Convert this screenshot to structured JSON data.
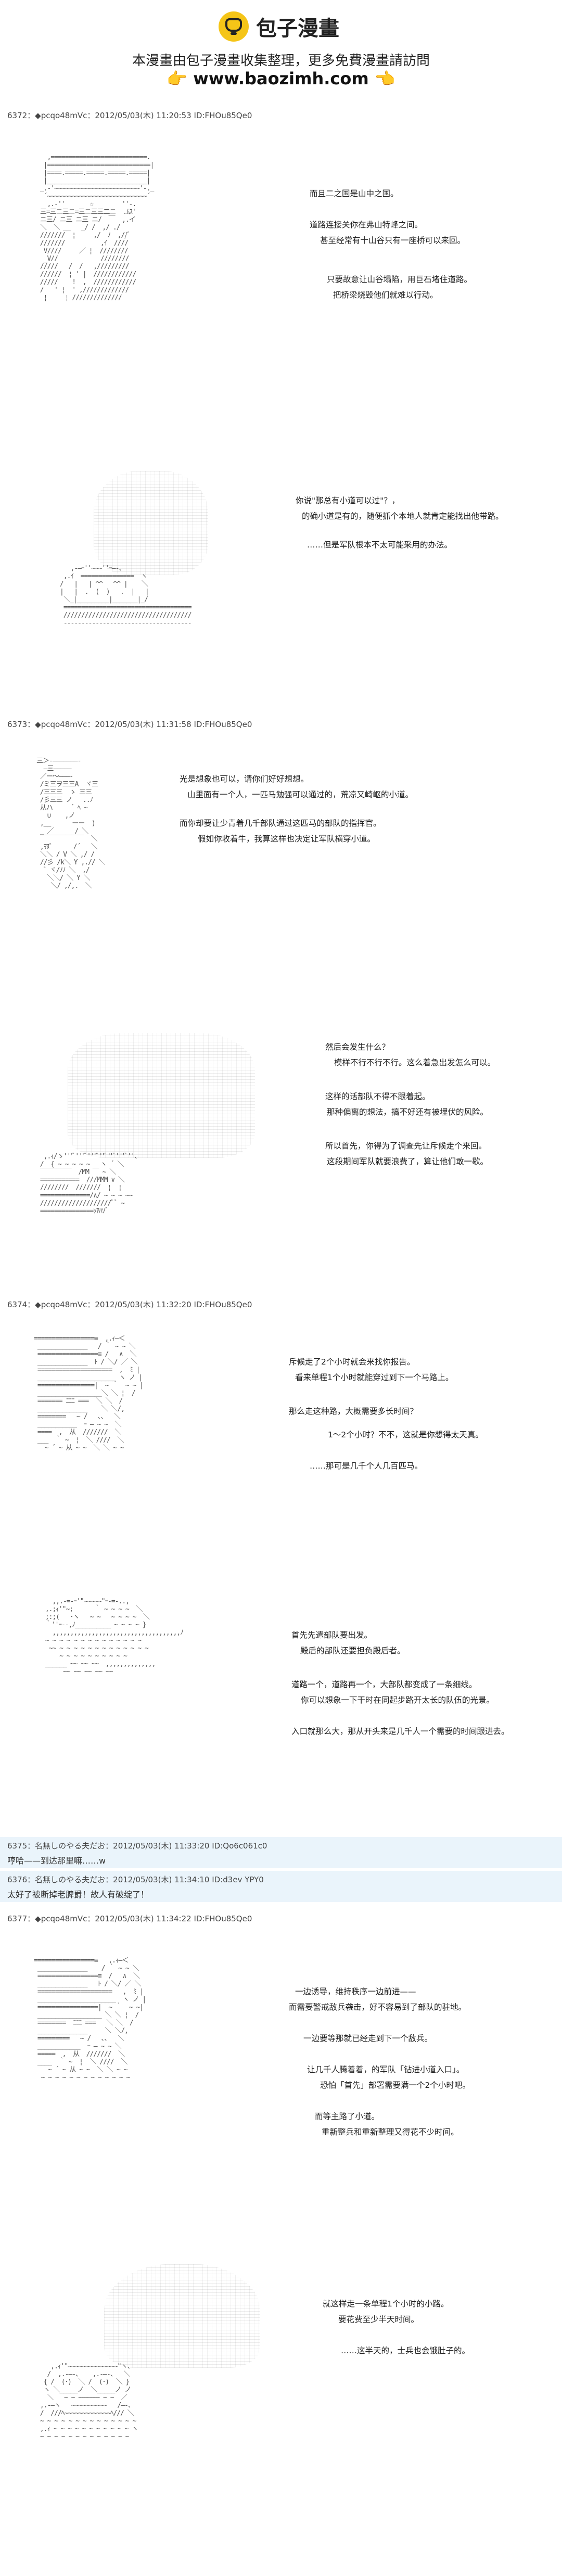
{
  "header": {
    "logo_text": "包子漫畫",
    "tagline": "本漫畫由包子漫畫收集整理，更多免費漫畫請訪問",
    "url": "www.baozimh.com",
    "hand_left": "👉",
    "hand_right": "👈"
  },
  "posts": [
    {
      "header": "6372：◆pcqo48mVc：2012/05/03(木) 11:20:53 ID:FHOu85Qe0",
      "panels": [
        {
          "lines": [
            "而且二之国是山中之国。",
            "道路连接关你在弗山特峰之间。",
            "甚至经常有十山谷只有一座桥可以来回。",
            "只要故意让山谷塌陷，用巨石堵住道路。",
            "把桥梁烧毁他们就难以行动。"
          ]
        },
        {
          "lines": [
            "你说\"那总有小道可以过\"？，",
            "的确小道是有的，随便抓个本地人就肯定能找出他带路。",
            "……但是军队根本不太可能采用的办法。"
          ]
        }
      ]
    },
    {
      "header": "6373：◆pcqo48mVc：2012/05/03(木) 11:31:58 ID:FHOu85Qe0",
      "panels": [
        {
          "lines": [
            "光是想象也可以，请你们好好想想。",
            "山里面有一个人，一匹马勉强可以通过的，荒凉又崎岖的小道。",
            "而你却要让少青着几千部队通过这匹马的部队的指挥官。",
            "假如你收着牛，我算这样也决定让军队横穿小道。"
          ]
        },
        {
          "lines": [
            "然后会发生什么？",
            "模样不行不行不行。这么着急出发怎么可以。",
            "这样的话部队不得不跟着起。",
            "那种偏离的想法，搞不好还有被埋伏的风险。",
            "所以首先，你得为了调查先让斥候走个来回。",
            "这段期间军队就要浪费了，算让他们敢一歇。"
          ]
        }
      ]
    },
    {
      "header": "6374：◆pcqo48mVc：2012/05/03(木) 11:32:20 ID:FHOu85Qe0",
      "panels": [
        {
          "lines": [
            "斥候走了2个小时就会来找你报告。",
            "看来单程1个小时就能穿过到下一个马路上。",
            "那么走这种路，大概需要多长时间？",
            "1～2个小时？不不，这就是你想得太天真。",
            "……那可是几千个人几百匹马。"
          ]
        },
        {
          "lines": [
            "首先先遣部队要出发。",
            "殿后的部队还要担负殿后者。",
            "道路一个，道路再一个，大部队都变成了一条细线。",
            "你可以想象一下干时在同起步路开太长的队伍的光景。",
            "入口就那么大，那从开头来是几千人一个需要的时间跟进去。"
          ]
        }
      ]
    }
  ],
  "replies": [
    {
      "header": "6375：名無しのやる夫だお：2012/05/03(木) 11:33:20 ID:Qo6c061c0",
      "text": "哼哈——到达那里嘛……w"
    },
    {
      "header": "6376：名無しのやる夫だお：2012/05/03(木) 11:34:10 ID:d3ev YPY0",
      "text": "太好了被断掉老脾爵！故人有破绽了！"
    }
  ],
  "post_6377": {
    "header": "6377：◆pcqo48mVc：2012/05/03(木) 11:34:22 ID:FHOu85Qe0",
    "panels": [
      {
        "lines": [
          "一边诱导，维持秩序一边前进——",
          "而需要警戒敌兵袭击，好不容易到了部队的驻地。",
          "一边要等那就已经走到下一个敌兵。",
          "让几千人腾着着，的军队「钻进小道入口」。",
          "恐怕「首先」部署需要满一个2个小时吧。",
          "而等主路了小道。",
          "重新整兵和重新整理又得花不少时间。"
        ]
      },
      {
        "lines": [
          "就这样走一条单程1个小时的小路。",
          "要花费至少半天时间。",
          "……这半天的，士兵也会饿肚子的。"
        ]
      }
    ]
  }
}
